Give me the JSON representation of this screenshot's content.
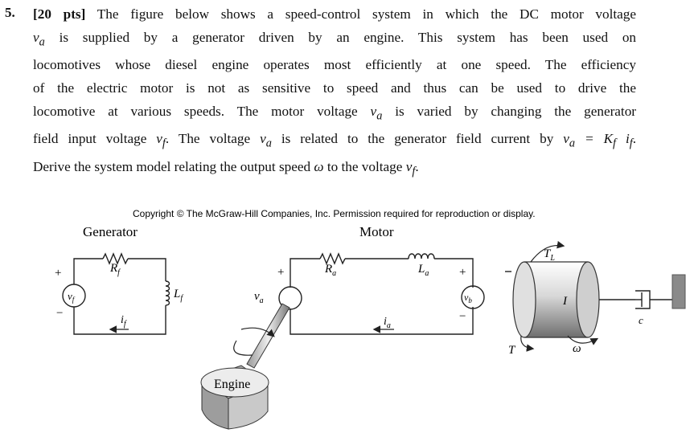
{
  "problem": {
    "number": "5.",
    "points": "[20 pts]",
    "lines": [
      "The figure below shows a speed-control system in which the DC motor voltage",
      "is supplied by a generator driven by an engine. This system has been used on",
      "locomotives whose diesel engine operates most efficiently at one speed. The efficiency",
      "of the electric motor is not as sensitive to speed and thus can be used to drive the",
      "locomotive at various speeds. The motor voltage",
      "is varied by changing the generator",
      "field input voltage",
      ". The voltage",
      "is related to the generator field current by",
      "Derive the system model relating the output speed",
      "to the voltage"
    ],
    "symbols": {
      "va": "v",
      "va_sub": "a",
      "vf": "v",
      "vf_sub": "f",
      "omega": "ω",
      "eq_lhs": "v",
      "eq_lhs_sub": "a",
      "eq_mid": " = K",
      "eq_mid_sub": "f",
      "eq_rhs": " i",
      "eq_rhs_sub": "f",
      "period": "."
    }
  },
  "figure": {
    "copyright": "Copyright © The McGraw-Hill Companies, Inc. Permission required for reproduction or display.",
    "generator_label": "Generator",
    "motor_label": "Motor",
    "engine_label": "Engine",
    "labels": {
      "Rf": "R",
      "Rf_sub": "f",
      "Lf": "L",
      "Lf_sub": "f",
      "if": "i",
      "if_sub": "f",
      "vf": "v",
      "vf_sub": "f",
      "va": "v",
      "va_sub": "a",
      "Ra": "R",
      "Ra_sub": "a",
      "La": "L",
      "La_sub": "a",
      "ia": "i",
      "ia_sub": "a",
      "vb": "v",
      "vb_sub": "b",
      "TL": "T",
      "TL_sub": "L",
      "T": "T",
      "I": "I",
      "c": "c",
      "omega": "ω",
      "plus": "+",
      "minus": "−"
    }
  }
}
